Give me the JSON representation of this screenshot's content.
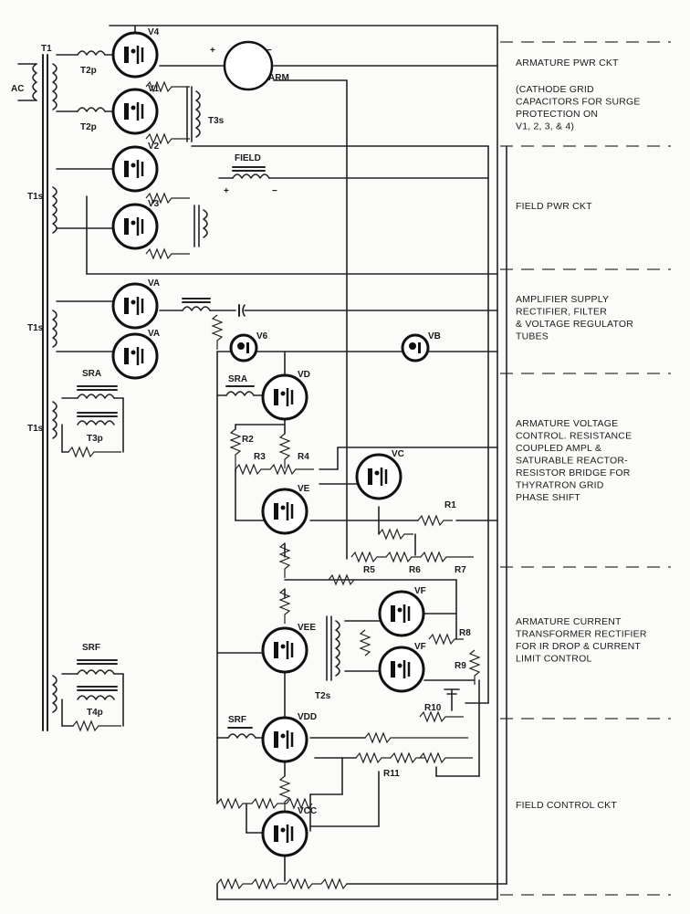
{
  "tubes": {
    "v4": "V4",
    "v1": "V1",
    "v2": "V2",
    "v3": "V3",
    "va1": "VA",
    "va2": "VA",
    "v6": "V6",
    "vb": "VB",
    "vd": "VD",
    "ve": "VE",
    "vc": "VC",
    "vee": "VEE",
    "vf1": "VF",
    "vf2": "VF",
    "vdd": "VDD",
    "vcc": "VCC"
  },
  "transformers": {
    "t1": "T1",
    "ac": "AC",
    "t2p_a": "T2p",
    "t2p_b": "T2p",
    "t3s": "T3s",
    "t1s_a": "T1s",
    "t1s_b": "T1s",
    "t1s_c": "T1s",
    "t3p": "T3p",
    "t4p": "T4p",
    "t2s": "T2s",
    "sra_a": "SRA",
    "sra_b": "SRA",
    "srf_a": "SRF",
    "srf_b": "SRF"
  },
  "components": {
    "arm": "ARM",
    "field": "FIELD",
    "plus_arm": "+",
    "minus_arm": "−",
    "plus_field": "+",
    "minus_field": "−",
    "r1": "R1",
    "r2": "R2",
    "r3": "R3",
    "r4": "R4",
    "r5": "R5",
    "r6": "R6",
    "r7": "R7",
    "r8": "R8",
    "r9": "R9",
    "r10": "R10",
    "r11": "R11"
  },
  "sections": {
    "armature_pwr": [
      "ARMATURE PWR CKT"
    ],
    "cathode_note": [
      "(CATHODE GRID",
      "CAPACITORS FOR SURGE",
      "PROTECTION ON",
      "V1, 2, 3, & 4)"
    ],
    "field_pwr": [
      "FIELD PWR CKT"
    ],
    "amp_supply": [
      "AMPLIFIER SUPPLY",
      "RECTIFIER, FILTER",
      "& VOLTAGE REGULATOR",
      "TUBES"
    ],
    "arm_voltage": [
      "ARMATURE VOLTAGE",
      "CONTROL. RESISTANCE",
      "COUPLED AMPL &",
      "SATURABLE REACTOR-",
      "RESISTOR BRIDGE FOR",
      "THYRATRON GRID",
      "PHASE SHIFT"
    ],
    "arm_current": [
      "ARMATURE CURRENT",
      "TRANSFORMER RECTIFIER",
      "FOR IR DROP & CURRENT",
      "LIMIT CONTROL"
    ],
    "field_control": [
      "FIELD CONTROL CKT"
    ]
  }
}
